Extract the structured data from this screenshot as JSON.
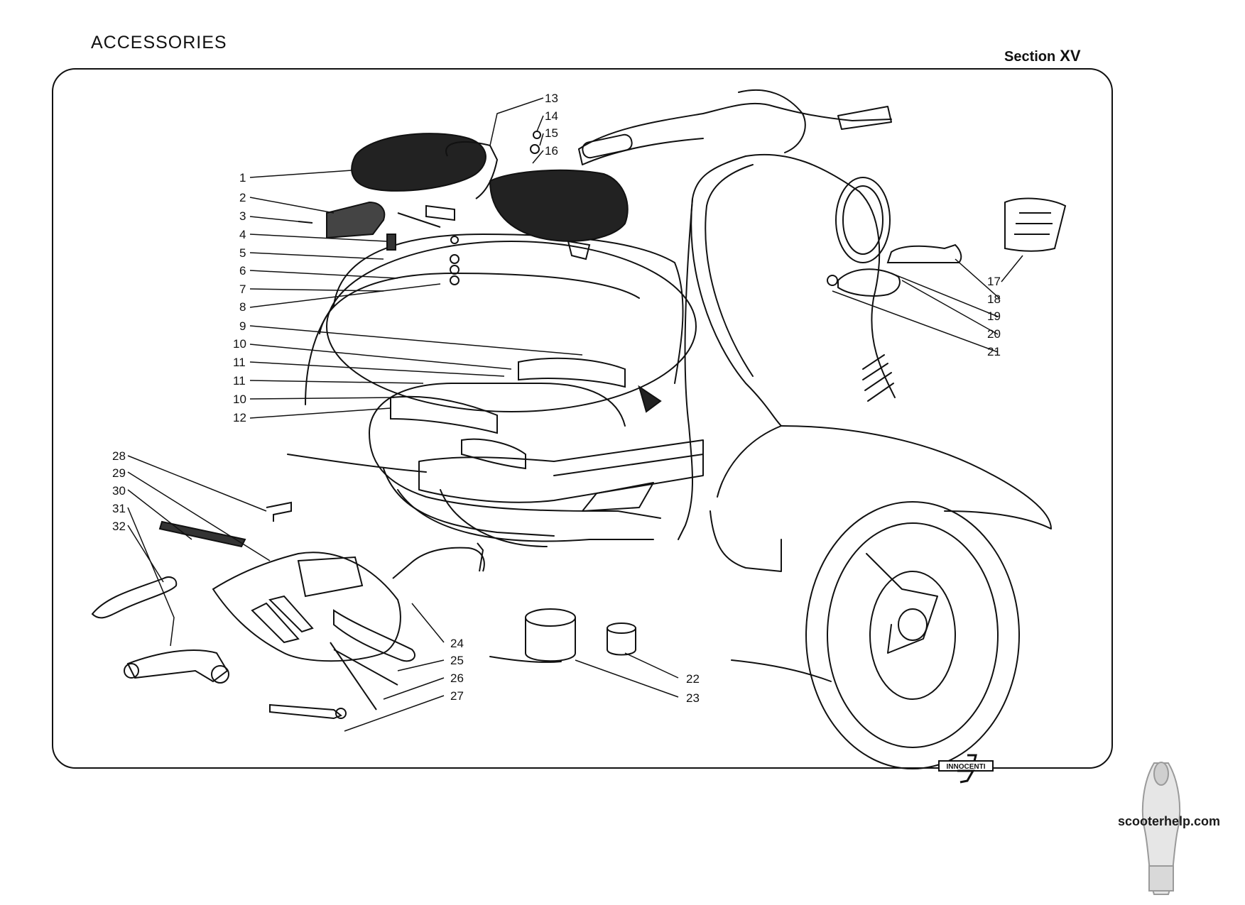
{
  "page": {
    "title": "ACCESSORIES",
    "section_label": "Section",
    "section_number": "XV",
    "brand_badge": "INNOCENTI",
    "watermark": "scooterhelp.com"
  },
  "labels": [
    "1",
    "2",
    "3",
    "4",
    "5",
    "6",
    "7",
    "8",
    "9",
    "10",
    "11",
    "11",
    "10",
    "12",
    "13",
    "14",
    "15",
    "16",
    "17",
    "18",
    "19",
    "20",
    "21",
    "22",
    "23",
    "24",
    "25",
    "26",
    "27",
    "28",
    "29",
    "30",
    "31",
    "32"
  ],
  "colors": {
    "ink": "#111111",
    "paper": "#ffffff",
    "seat_fill": "#222222"
  }
}
